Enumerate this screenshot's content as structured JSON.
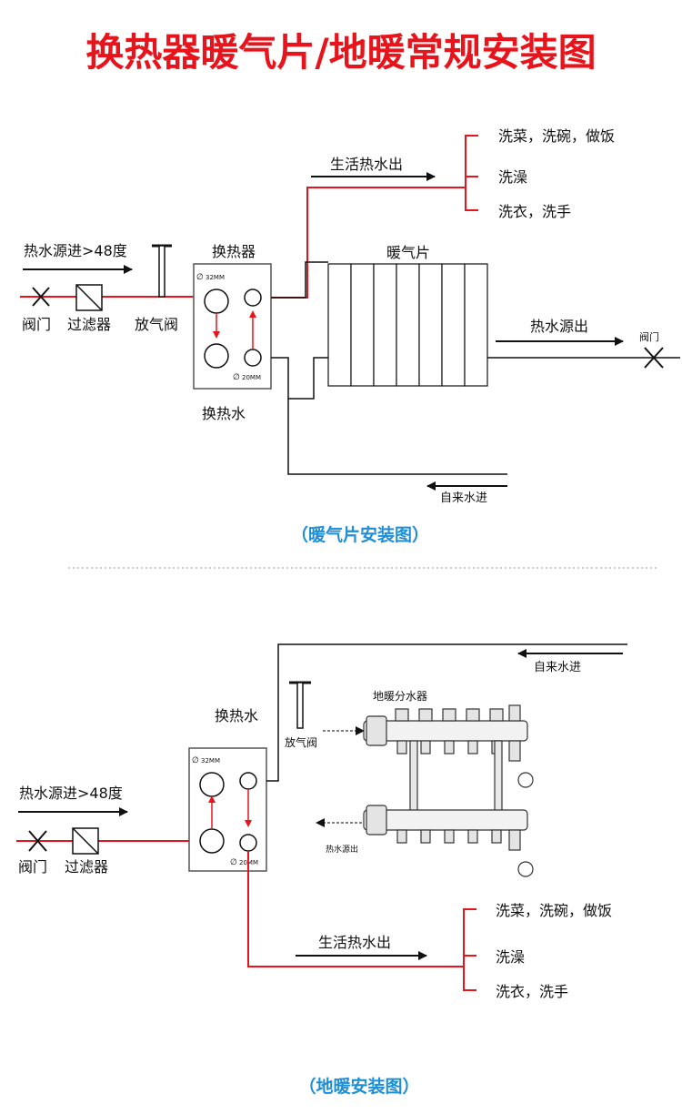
{
  "title": "换热器暖气片/地暖常规安装图",
  "colors": {
    "title": "#e8141c",
    "red_pipe": "#e8141c",
    "black_pipe": "#111111",
    "caption": "#1e8fd6",
    "divider": "#9a9a9a"
  },
  "radiator_section": {
    "caption": "（暖气片安装图）",
    "hot_water_in": "热水源进>48度",
    "valve": "阀门",
    "filter": "过滤器",
    "air_vent": "放气阀",
    "exchanger": "换热器",
    "size_big": "32MM",
    "size_small": "20MM",
    "exchange_water": "换热水",
    "domestic_hot_out": "生活热水出",
    "use_1": "洗菜，洗碗，做饭",
    "use_2": "洗澡",
    "use_3": "洗衣，洗手",
    "radiator": "暖气片",
    "hot_water_out": "热水源出",
    "valve_out": "阀门",
    "tap_water_in": "自来水进"
  },
  "floor_section": {
    "caption": "（地暖安装图）",
    "hot_water_in": "热水源进>48度",
    "valve": "阀门",
    "filter": "过滤器",
    "air_vent": "放气阀",
    "size_big": "32MM",
    "size_small": "20MM",
    "exchange_water": "换热水",
    "manifold": "地暖分水器",
    "manifold_out": "热水源出",
    "tap_water_in": "自来水进",
    "domestic_hot_out": "生活热水出",
    "use_1": "洗菜，洗碗，做饭",
    "use_2": "洗澡",
    "use_3": "洗衣，洗手"
  }
}
